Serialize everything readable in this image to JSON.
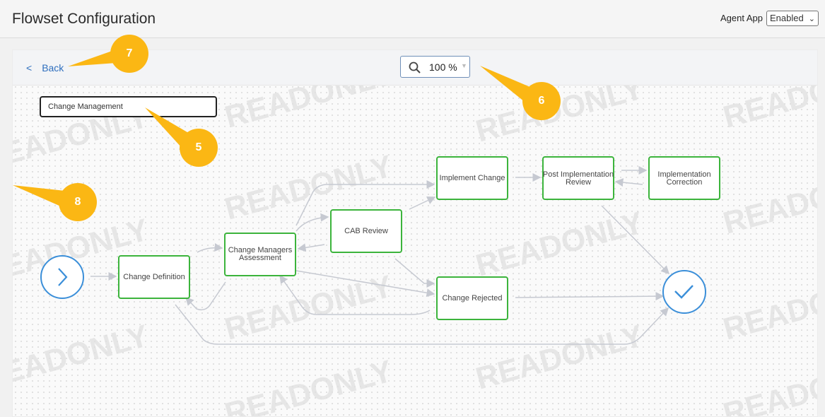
{
  "header": {
    "title": "Flowset Configuration",
    "agent_app_label": "Agent App",
    "agent_app_value": "Enabled"
  },
  "toolbar": {
    "back_label": "Back",
    "back_icon": "chevron-left-icon",
    "zoom_icon": "search-icon",
    "zoom_value": "100 %"
  },
  "flow": {
    "name": "Change Management",
    "watermark": "READONLY",
    "nodes": {
      "change_definition": "Change Definition",
      "managers_assessment_1": "Change Managers",
      "managers_assessment_2": "Assessment",
      "cab_review": "CAB Review",
      "implement_change": "Implement Change",
      "post_impl_1": "Post Implementation",
      "post_impl_2": "Review",
      "impl_correction_1": "Implementation",
      "impl_correction_2": "Correction",
      "change_rejected": "Change Rejected"
    },
    "start_icon": "chevron-right-icon",
    "end_icon": "check-icon",
    "node_border_color": "#3cb43c",
    "terminal_color": "#3b8fd9"
  },
  "callouts": {
    "c5": "5",
    "c6": "6",
    "c7": "7",
    "c8": "8",
    "color": "#fbb714"
  }
}
